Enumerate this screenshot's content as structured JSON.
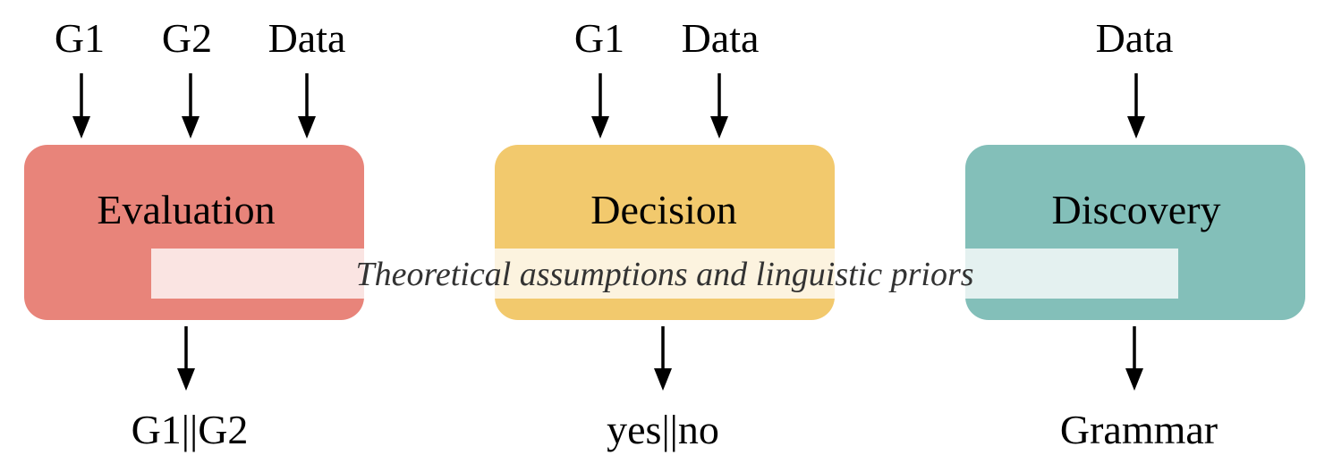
{
  "diagram": {
    "boxes": [
      {
        "id": "evaluation",
        "label": "Evaluation",
        "color": "#E8847A",
        "inputs": [
          "G1",
          "G2",
          "Data"
        ],
        "output": "G1||G2"
      },
      {
        "id": "decision",
        "label": "Decision",
        "color": "#F2C96D",
        "inputs": [
          "G1",
          "Data"
        ],
        "output": "yes||no"
      },
      {
        "id": "discovery",
        "label": "Discovery",
        "color": "#83BFB9",
        "inputs": [
          "Data"
        ],
        "output": "Grammar"
      }
    ],
    "band_label": "Theoretical assumptions and linguistic priors",
    "band_color": "#FFFFFF",
    "arrow_color": "#000000"
  }
}
